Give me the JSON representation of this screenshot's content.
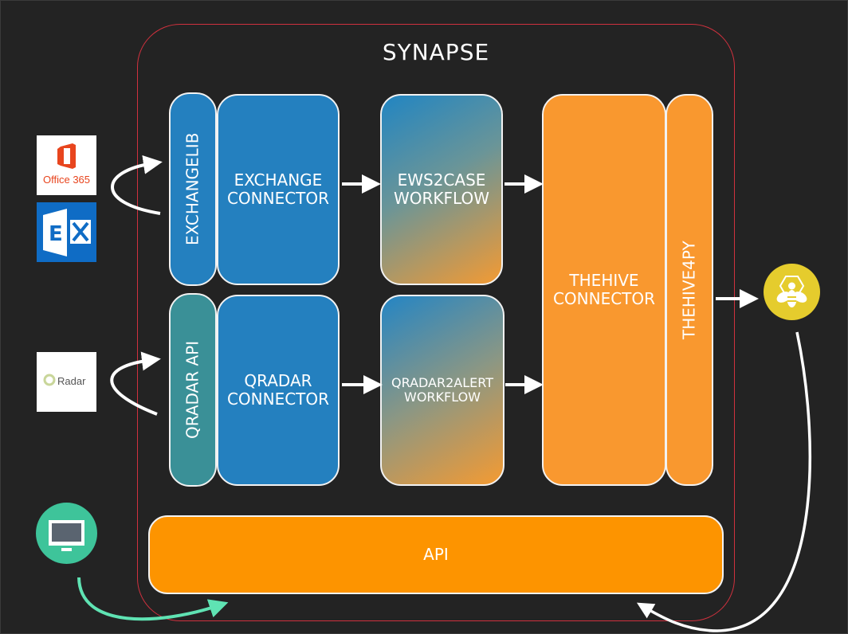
{
  "diagram": {
    "title": "SYNAPSE",
    "components": {
      "exchangelib": "EXCHANGELIB",
      "exchange_connector": "EXCHANGE CONNECTOR",
      "ews2case_workflow": "EWS2CASE WORKFLOW",
      "qradar_api": "QRADAR API",
      "qradar_connector": "QRADAR CONNECTOR",
      "qradar2alert_workflow": "QRADAR2ALERT WORKFLOW",
      "thehive_connector": "THEHIVE CONNECTOR",
      "thehive4py": "THEHIVE4PY",
      "api": "API"
    },
    "external": {
      "office365_label": "Office 365",
      "exchange_icon": "exchange-logo-icon",
      "qradar_label": "Radar",
      "thehive_icon": "thehive-bee-icon",
      "client_icon": "monitor-icon"
    },
    "colors": {
      "background": "#232323",
      "synapse_border": "#d0313e",
      "blue": "#2480bf",
      "teal": "#3a9097",
      "orange": "#fd9400",
      "hive_yellow": "#e5cc2d",
      "client_green": "#3ec49a"
    }
  }
}
